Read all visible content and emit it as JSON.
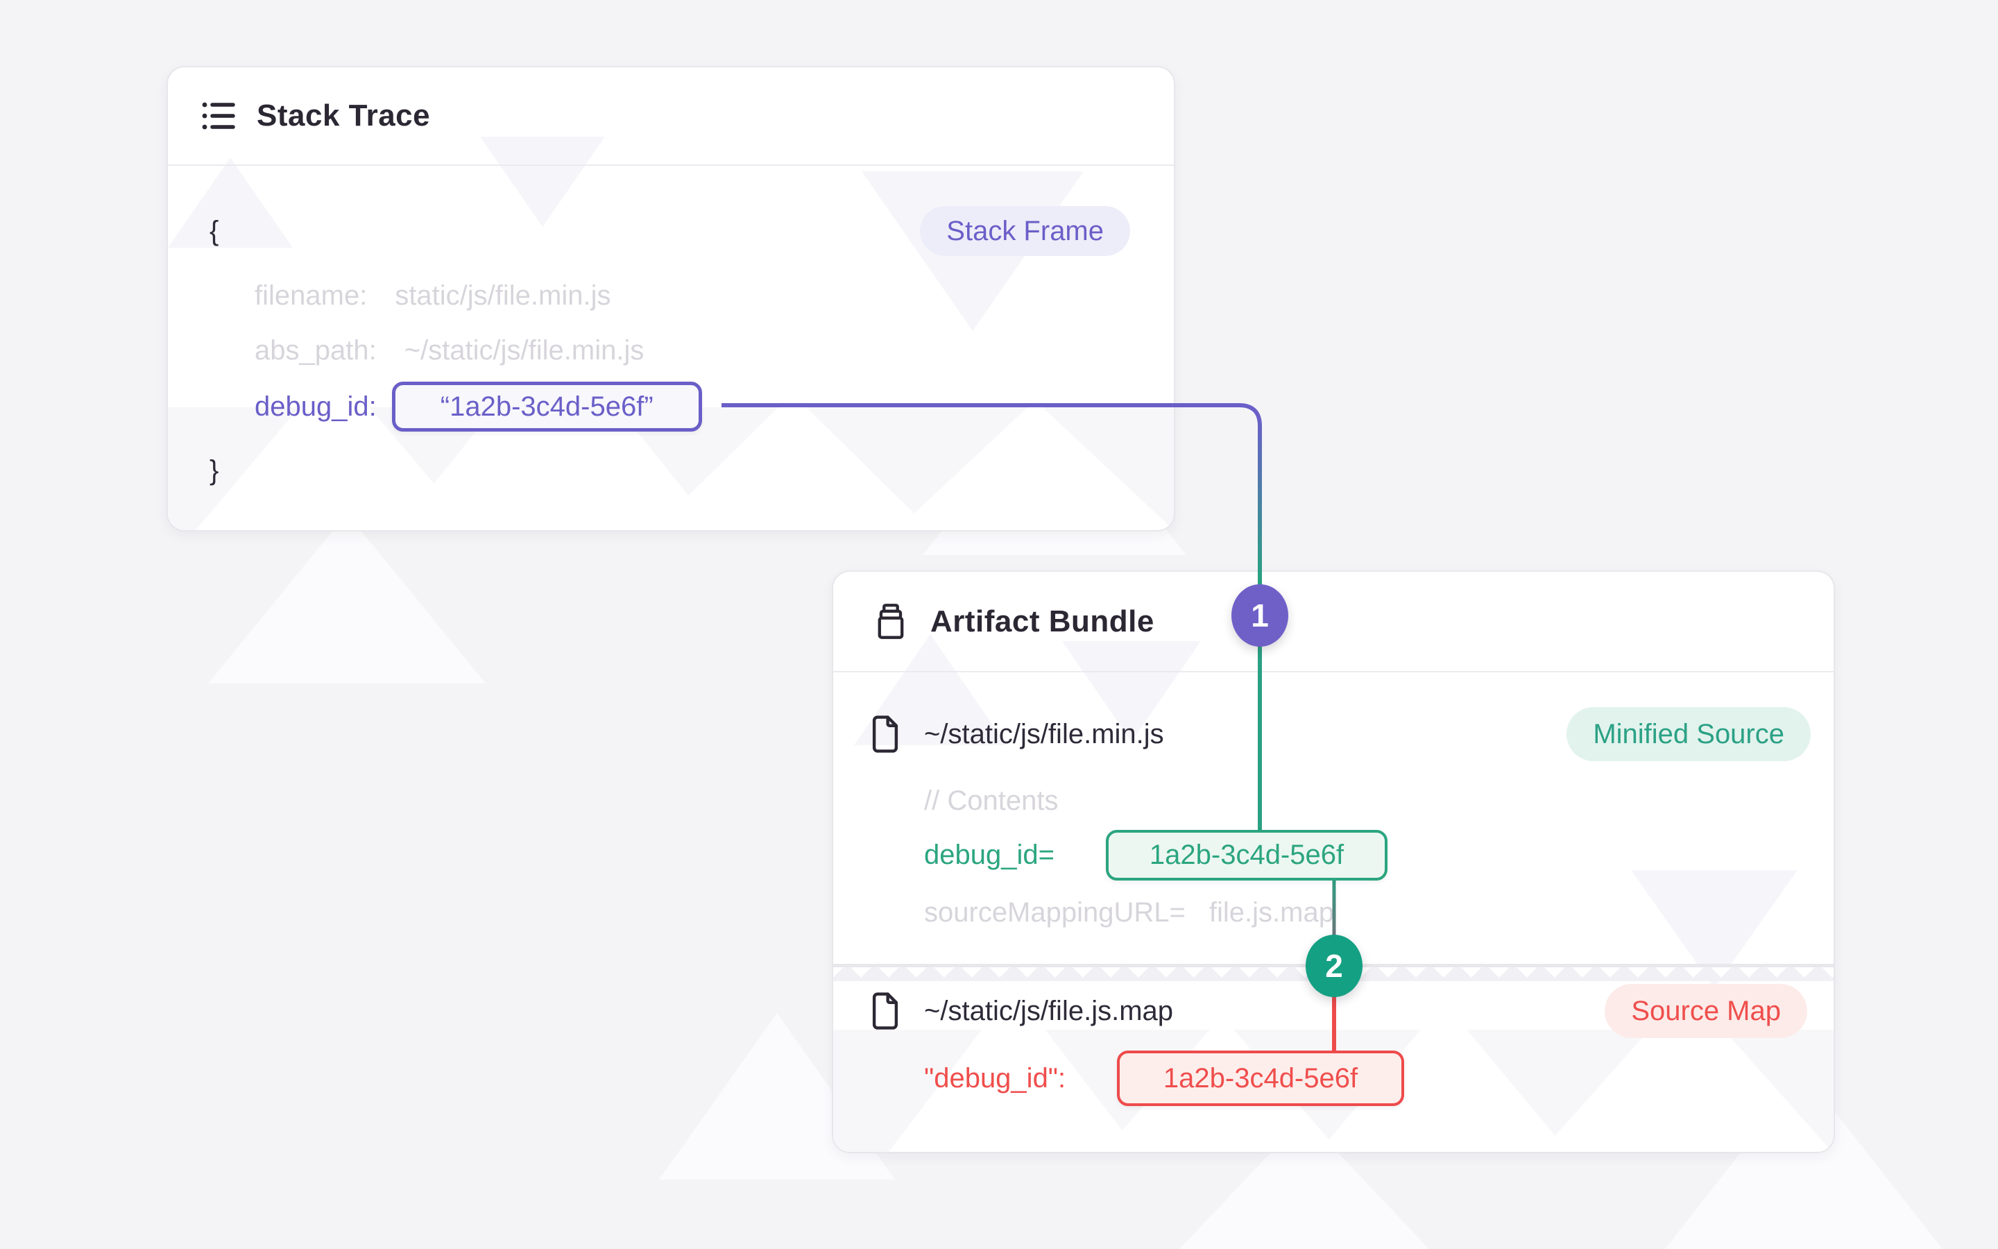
{
  "stack_trace": {
    "title": "Stack Trace",
    "badge": "Stack Frame",
    "brace_open": "{",
    "brace_close": "}",
    "fields": [
      {
        "label": "filename:",
        "value": "static/js/file.min.js"
      },
      {
        "label": "abs_path:",
        "value": "~/static/js/file.min.js"
      }
    ],
    "debug": {
      "label": "debug_id:",
      "value": "“1a2b-3c4d-5e6f”"
    }
  },
  "artifact_bundle": {
    "title": "Artifact Bundle",
    "minified": {
      "path": "~/static/js/file.min.js",
      "badge": "Minified Source",
      "comment": "// Contents",
      "debug_label": "debug_id=",
      "debug_value": "1a2b-3c4d-5e6f",
      "mapping_label": "sourceMappingURL=",
      "mapping_value": "file.js.map"
    },
    "sourcemap": {
      "path": "~/static/js/file.js.map",
      "badge": "Source Map",
      "debug_label": "\"debug_id\":",
      "debug_value": "1a2b-3c4d-5e6f"
    }
  },
  "steps": {
    "one": "1",
    "two": "2"
  },
  "colors": {
    "purple": "#6a5fc8",
    "green": "#2ba57f",
    "red": "#ee4b4b",
    "page_bg": "#f4f4f6",
    "muted_text": "#d7d5db",
    "dark_text": "#2b2733"
  }
}
